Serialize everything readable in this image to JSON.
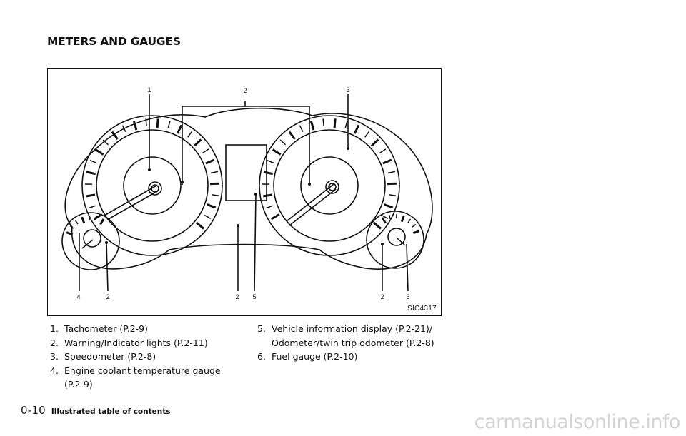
{
  "section_title": "METERS AND GAUGES",
  "figure": {
    "code": "SIC4317",
    "callouts": {
      "c1": "1",
      "c2_top": "2",
      "c3": "3",
      "c4": "4",
      "c2_left": "2",
      "c2_center": "2",
      "c5": "5",
      "c2_right": "2",
      "c6": "6"
    }
  },
  "legend_items": [
    {
      "num": "1.",
      "lines": [
        "Tachometer (P.2-9)"
      ]
    },
    {
      "num": "2.",
      "lines": [
        "Warning/Indicator lights (P.2-11)"
      ]
    },
    {
      "num": "3.",
      "lines": [
        "Speedometer (P.2-8)"
      ]
    },
    {
      "num": "4.",
      "lines": [
        "Engine coolant temperature gauge",
        "(P.2-9)"
      ]
    },
    {
      "num": "5.",
      "lines": [
        "Vehicle information display (P.2-21)/",
        "Odometer/twin trip odometer (P.2-8)"
      ]
    },
    {
      "num": "6.",
      "lines": [
        "Fuel gauge (P.2-10)"
      ]
    }
  ],
  "footer": {
    "page_number": "0-10",
    "section": "Illustrated table of contents"
  },
  "watermark": "carmanualsonline.info"
}
